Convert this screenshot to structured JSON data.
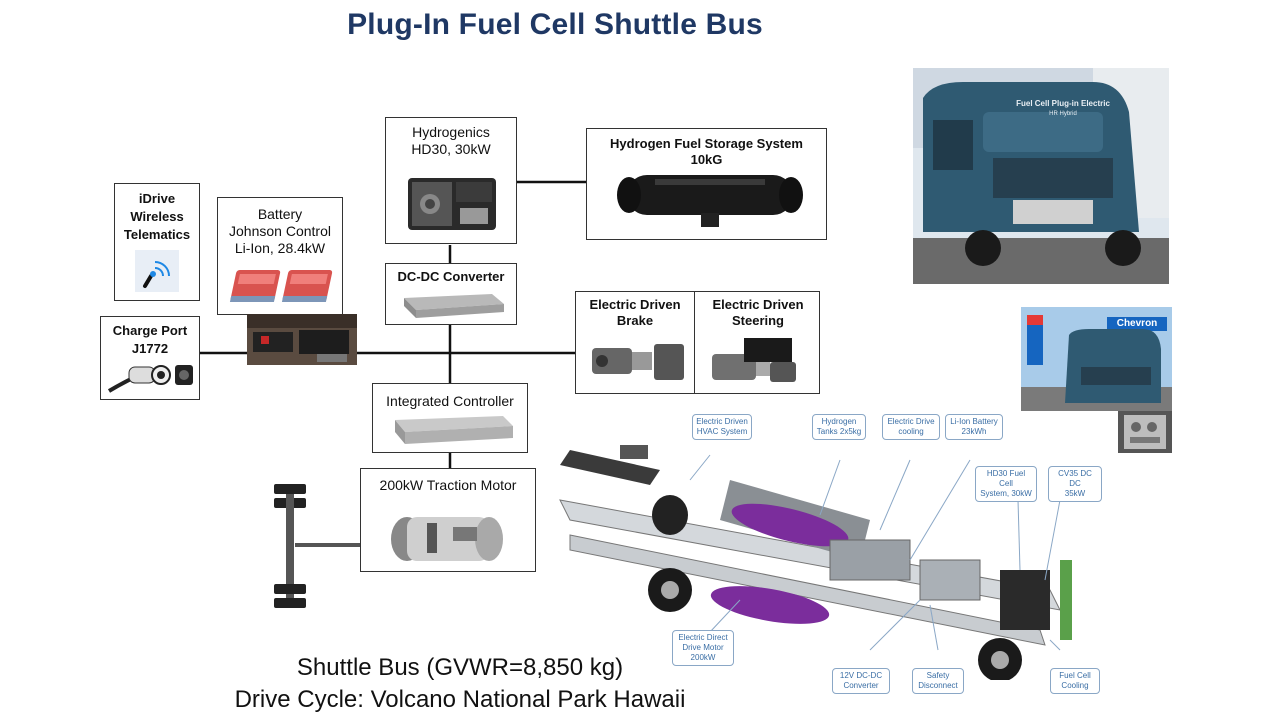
{
  "title": "Plug-In Fuel Cell Shuttle Bus",
  "components": {
    "fuel_cell": [
      "Hydrogenics",
      "HD30, 30kW"
    ],
    "hydrogen_storage": [
      "Hydrogen Fuel Storage System",
      "10kG"
    ],
    "telematics": [
      "iDrive",
      "Wireless",
      "Telematics"
    ],
    "battery": [
      "Battery",
      "Johnson Control",
      "Li-Ion, 28.4kW"
    ],
    "dcdc": "DC-DC Converter",
    "charge_port": [
      "Charge Port",
      "J1772"
    ],
    "brake": [
      "Electric Driven",
      "Brake"
    ],
    "steering": [
      "Electric Driven",
      "Steering"
    ],
    "controller": "Integrated Controller",
    "traction_motor": "200kW Traction Motor"
  },
  "bus_photo_text": [
    "Fuel Cell Plug-in Electric",
    "HR Hybrid"
  ],
  "station_sign": "Chevron",
  "callouts": {
    "hvac": [
      "Electric Driven",
      "HVAC System"
    ],
    "h2_tanks": [
      "Hydrogen",
      "Tanks 2x5kg"
    ],
    "drive_cooling": [
      "Electric Drive",
      "cooling"
    ],
    "liion": [
      "Li-Ion Battery",
      "23kWh"
    ],
    "hd30": [
      "HD30 Fuel Cell",
      "System, 30kW"
    ],
    "cv35": [
      "CV35 DC DC",
      "35kW"
    ],
    "drive_motor": [
      "Electric Direct",
      "Drive Motor",
      "200kW"
    ],
    "dc12": [
      "12V DC-DC",
      "Converter"
    ],
    "safety": [
      "Safety",
      "Disconnect"
    ],
    "fc_cooling": [
      "Fuel Cell",
      "Cooling"
    ]
  },
  "caption": {
    "line1": "Shuttle Bus  (GVWR=8,850 kg)",
    "line2": "Drive Cycle: Volcano National Park Hawaii"
  },
  "colors": {
    "title": "#1f3864",
    "tank_purple": "#7b2d9c",
    "bus_blue": "#2f5a72",
    "callout_blue": "#3a6ea5",
    "battery_red": "#d9534f"
  }
}
